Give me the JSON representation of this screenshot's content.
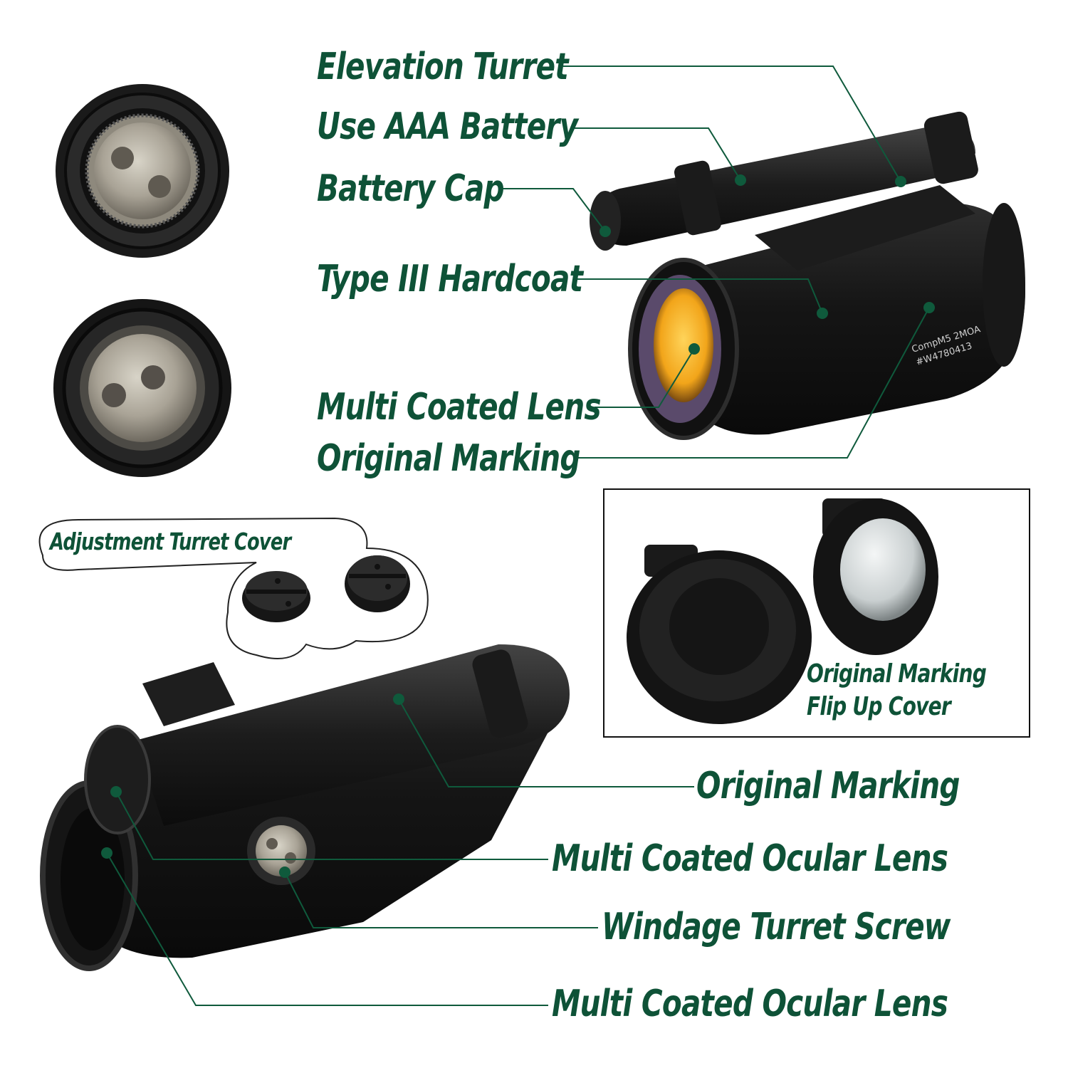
{
  "labels": {
    "elevation_turret": "Elevation Turret",
    "use_aaa_battery": "Use AAA Battery",
    "battery_cap": "Battery Cap",
    "type_iii_hardcoat": "Type III Hardcoat",
    "multi_coated_lens": "Multi Coated Lens",
    "original_marking_top": "Original Marking",
    "adjustment_turret_cover": "Adjustment Turret Cover",
    "flip_up_cover_line1": "Original Marking",
    "flip_up_cover_line2": "Flip Up Cover",
    "original_marking_bottom": "Original Marking",
    "multi_coated_ocular_lens_1": "Multi Coated Ocular Lens",
    "windage_turret_screw": "Windage Turret Screw",
    "multi_coated_ocular_lens_2": "Multi Coated Ocular Lens"
  },
  "engraving": {
    "model": "CompM5 2MOA",
    "serial": "#W4780413"
  },
  "colors": {
    "label_green": "#0e5237",
    "leader_line": "#0f5a3c",
    "scope_black": "#141414",
    "lens_amber": "#f2b21f"
  }
}
